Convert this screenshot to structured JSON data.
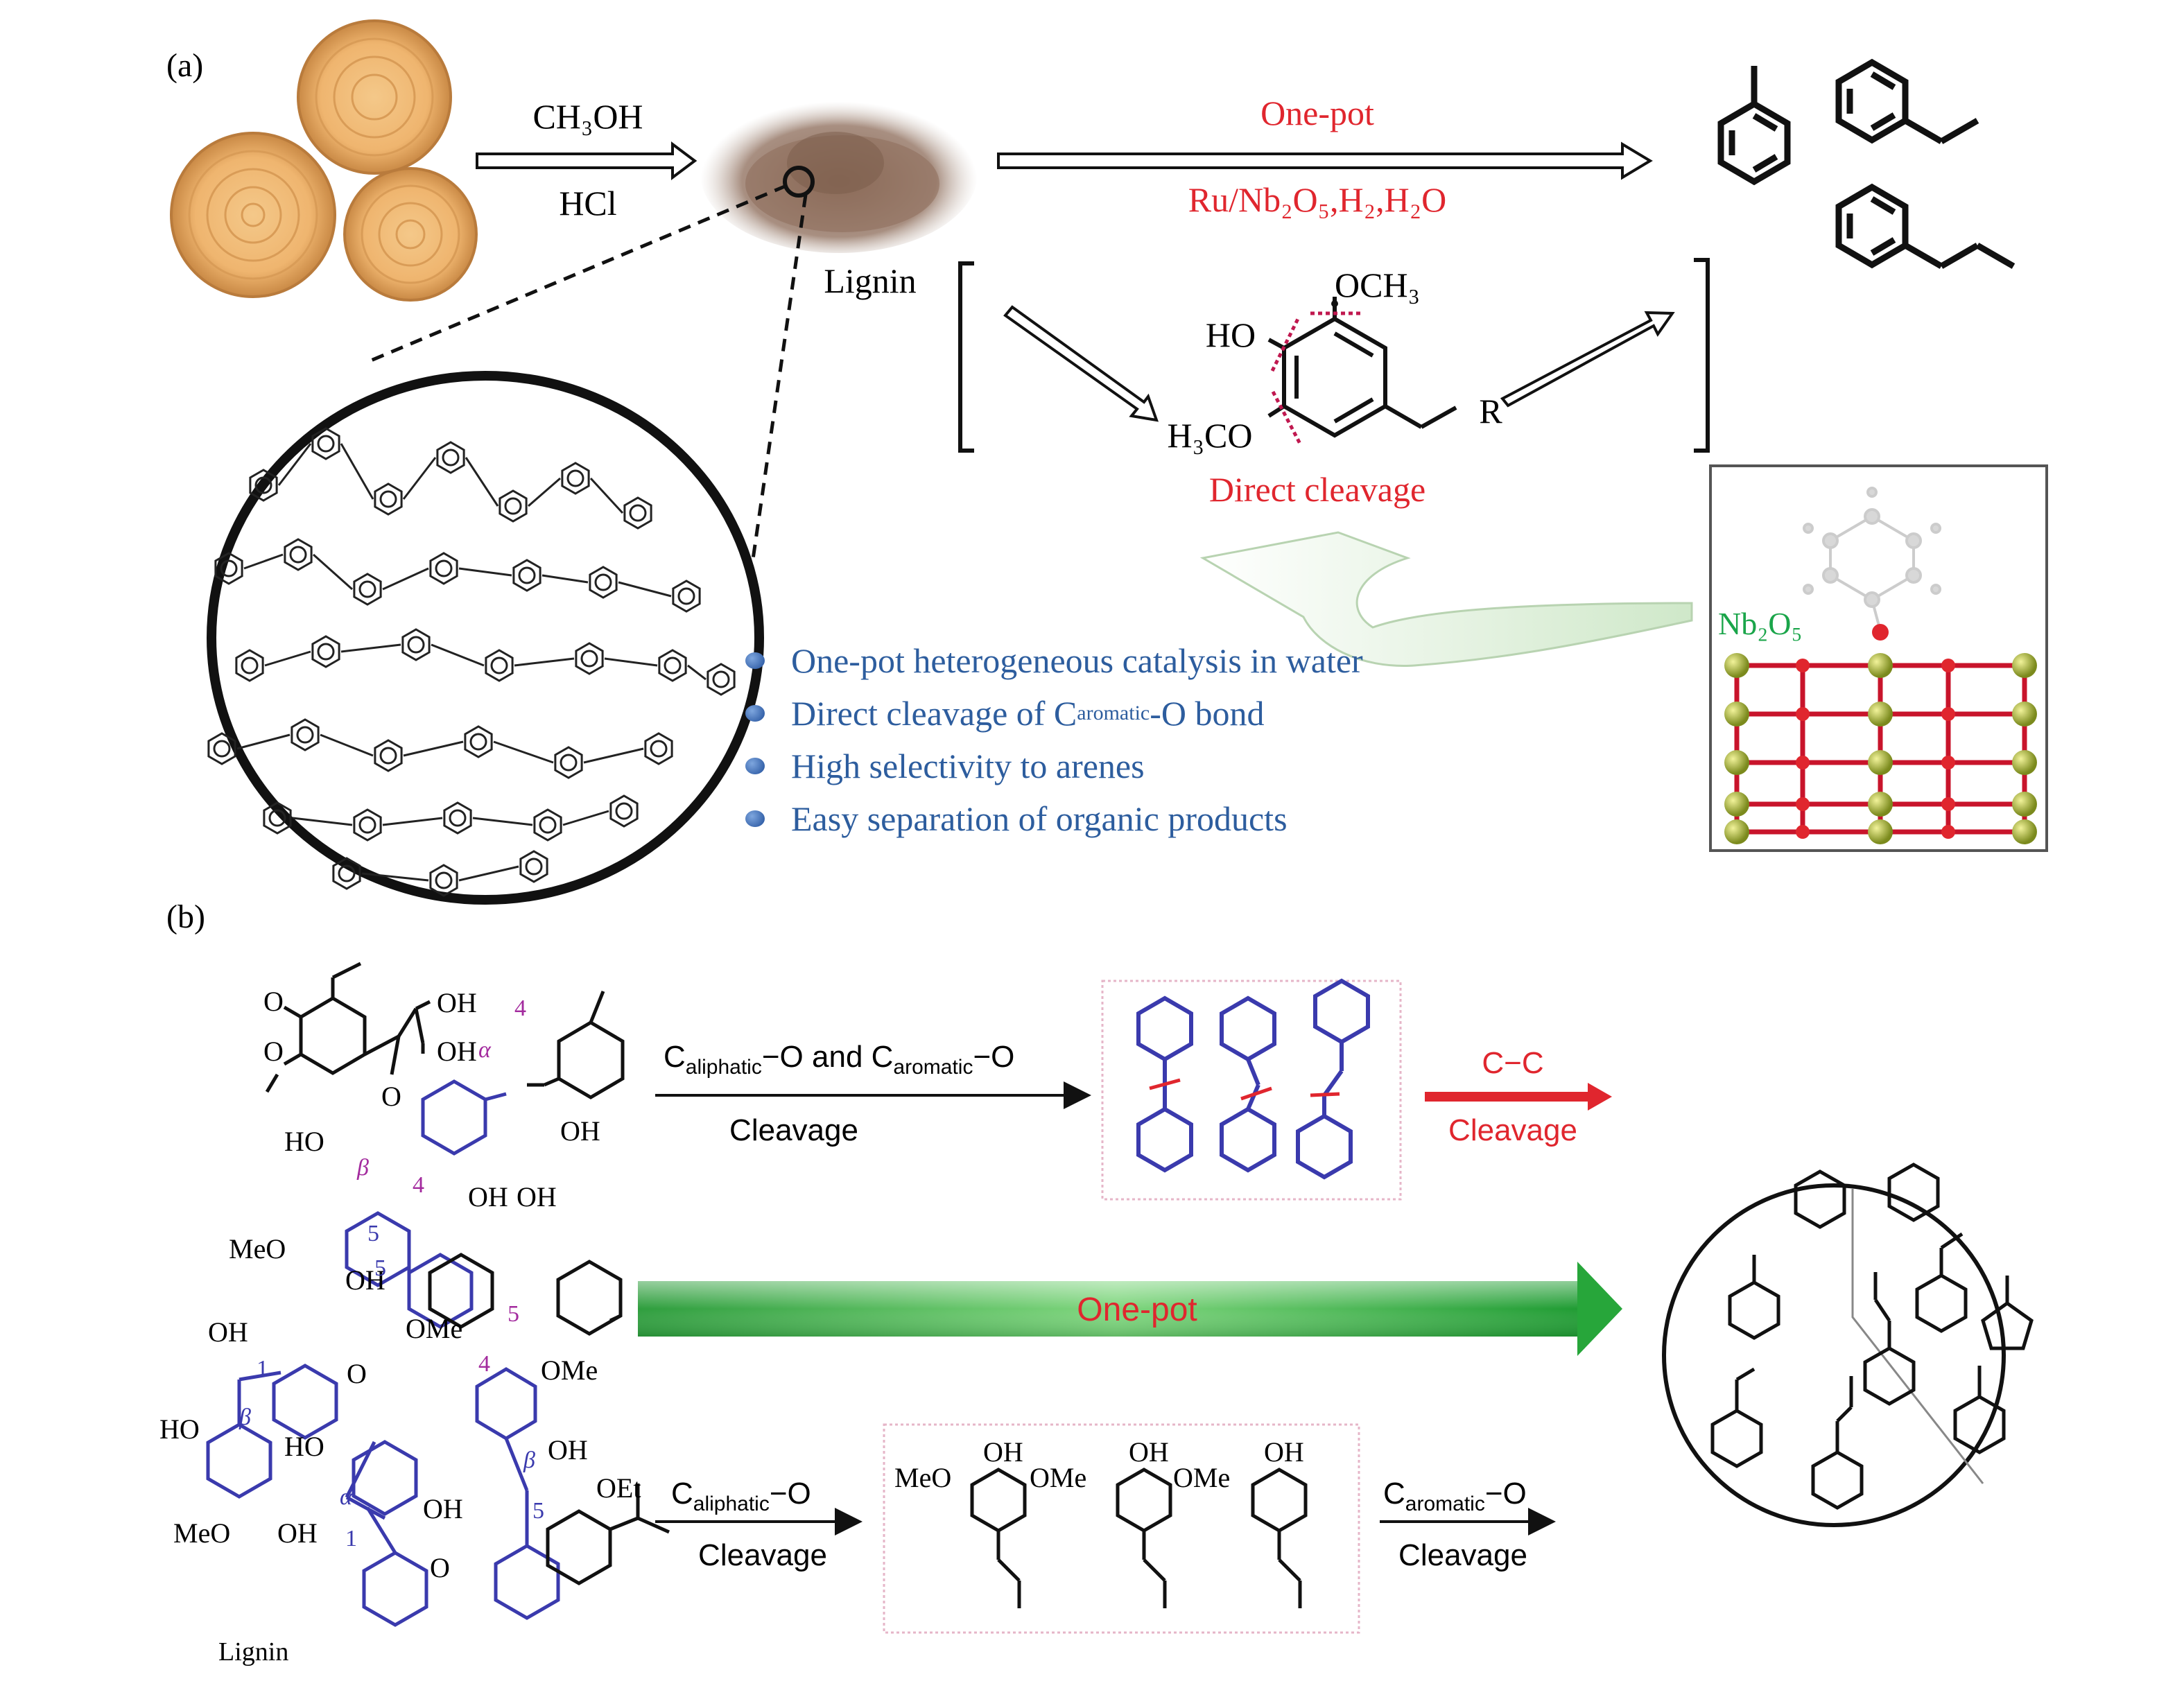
{
  "panel_a": {
    "label": "(a)",
    "step1_reagent_top": "CH₃OH",
    "step1_reagent_bottom": "HCl",
    "lignin_label": "Lignin",
    "onepot_top": "One-pot",
    "onepot_bottom": "Ru/Nb₂O₅,H₂,H₂O",
    "model_substituent_top": "OCH₃",
    "model_substituent_left": "HO",
    "model_substituent_bottom": "H₃CO",
    "model_substituent_r": "R",
    "direct_cleavage": "Direct cleavage",
    "catalyst_label": "Nb₂O₅",
    "bullets": [
      "One-pot heterogeneous catalysis in water",
      "Direct cleavage of C",
      "High selectivity to arenes",
      "Easy separation of organic products"
    ],
    "bullet2_sub": "aromatic",
    "bullet2_tail": "-O bond"
  },
  "panel_b": {
    "label": "(b)",
    "lignin_label": "Lignin",
    "arrow1_pre": "C",
    "arrow1_sub1": "aliphatic",
    "arrow1_mid": "−O and C",
    "arrow1_sub2": "aromatic",
    "arrow1_post": "−O",
    "arrow1_bottom": "Cleavage",
    "cc_top": "C−C",
    "cc_bottom": "Cleavage",
    "onepot": "One-pot",
    "arrow2_pre": "C",
    "arrow2_sub": "aliphatic",
    "arrow2_post": "−O",
    "arrow2_bottom": "Cleavage",
    "arrow3_pre": "C",
    "arrow3_sub": "aromatic",
    "arrow3_post": "−O",
    "arrow3_bottom": "Cleavage",
    "monomers": {
      "oh": "OH",
      "meo": "MeO",
      "ome": "OMe"
    },
    "struct": {
      "oh": "OH",
      "ho": "HO",
      "meo": "MeO",
      "ome": "OMe",
      "o": "O",
      "oet": "OEt",
      "alpha": "α",
      "beta": "β",
      "n1": "1",
      "n4": "4",
      "n5": "5"
    }
  },
  "colors": {
    "red": "#e0262e",
    "blue": "#2d5d9e",
    "purple": "#a32b9e",
    "ringblue": "#3a3aad",
    "green": "#1aa54a"
  }
}
